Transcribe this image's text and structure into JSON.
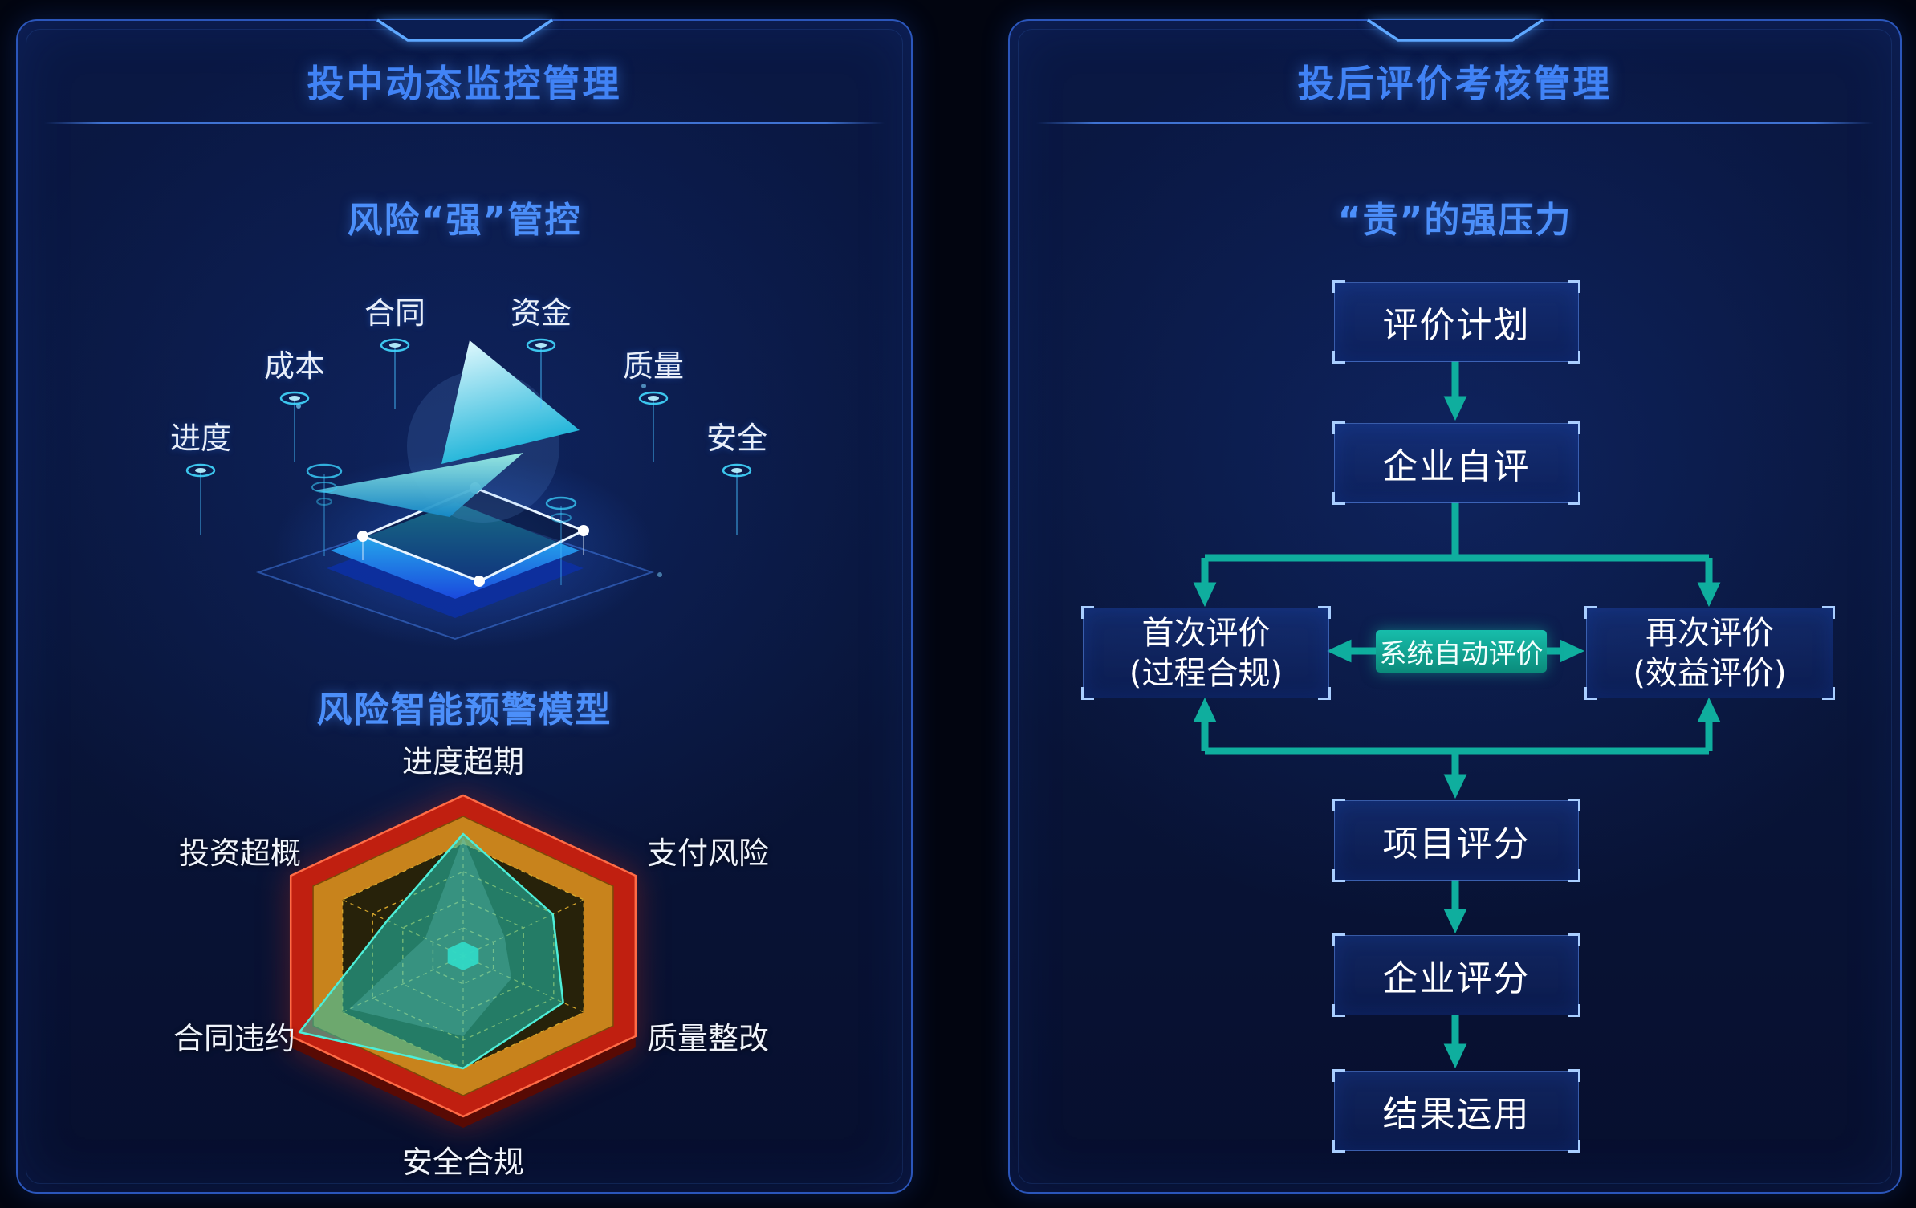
{
  "left_panel": {
    "title": "投中动态监控管理",
    "subtitle": "风险“强”管控",
    "model_title": "风险智能预警模型",
    "monitor_points": [
      "进度",
      "成本",
      "合同",
      "资金",
      "质量",
      "安全"
    ],
    "radar": {
      "axes": [
        "进度超期",
        "支付风险",
        "质量整改",
        "安全合规",
        "合同违约",
        "投资超概"
      ],
      "values": [
        0.76,
        0.52,
        0.58,
        0.7,
        0.95,
        0.44
      ],
      "highlight_values": [
        0.74,
        0.24,
        0.28,
        0.5,
        0.66,
        0.22
      ],
      "max": 1,
      "band_colors": {
        "outer": "#c01f10",
        "middle": "#c8831c",
        "inner": "#27220a",
        "grid": "#d6a62c",
        "data": "#22c6b2"
      }
    }
  },
  "right_panel": {
    "title": "投后评价考核管理",
    "subtitle": "“责”的强压力",
    "flow": {
      "plan": "评价计划",
      "self_eval": "企业自评",
      "first_eval_line1": "首次评价",
      "first_eval_line2": "(过程合规)",
      "auto_eval": "系统自动评价",
      "second_eval_line1": "再次评价",
      "second_eval_line2": "(效益评价)",
      "project_score": "项目评分",
      "enterprise_score": "企业评分",
      "result_apply": "结果运用"
    }
  },
  "colors": {
    "accent_blue": "#4183f6",
    "arrow_teal": "#0fae9e",
    "panel_border": "#2b56bb"
  }
}
